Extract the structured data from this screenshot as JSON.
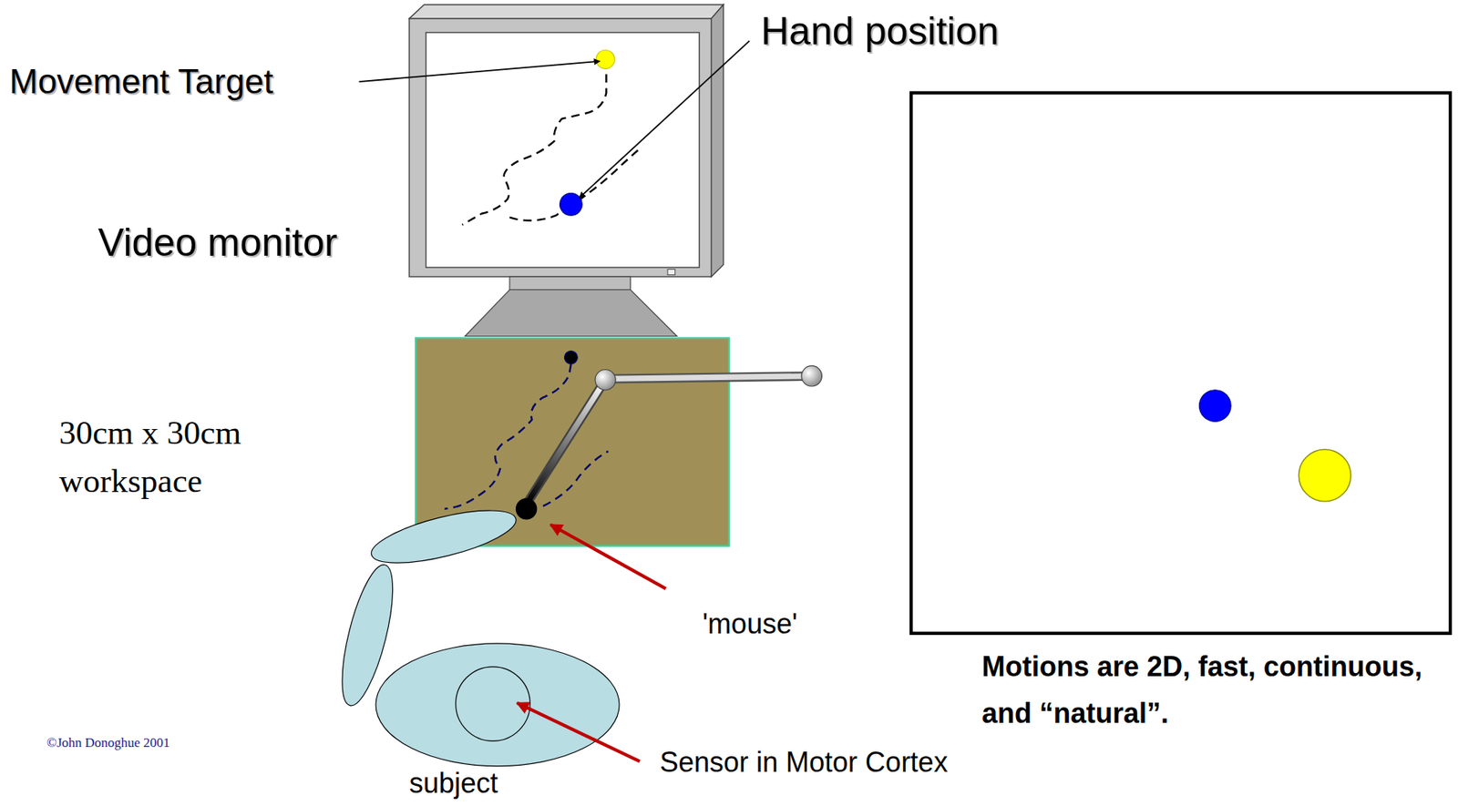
{
  "diagram": {
    "labels": [
      "Movement Target",
      "Hand position",
      "Video monitor",
      "30cm x 30cm workspace",
      "'mouse'",
      "Sensor in Motor Cortex",
      "subject",
      "©John Donoghue 2001",
      "Motions are 2D, fast, continuous, and “natural”."
    ]
  }
}
